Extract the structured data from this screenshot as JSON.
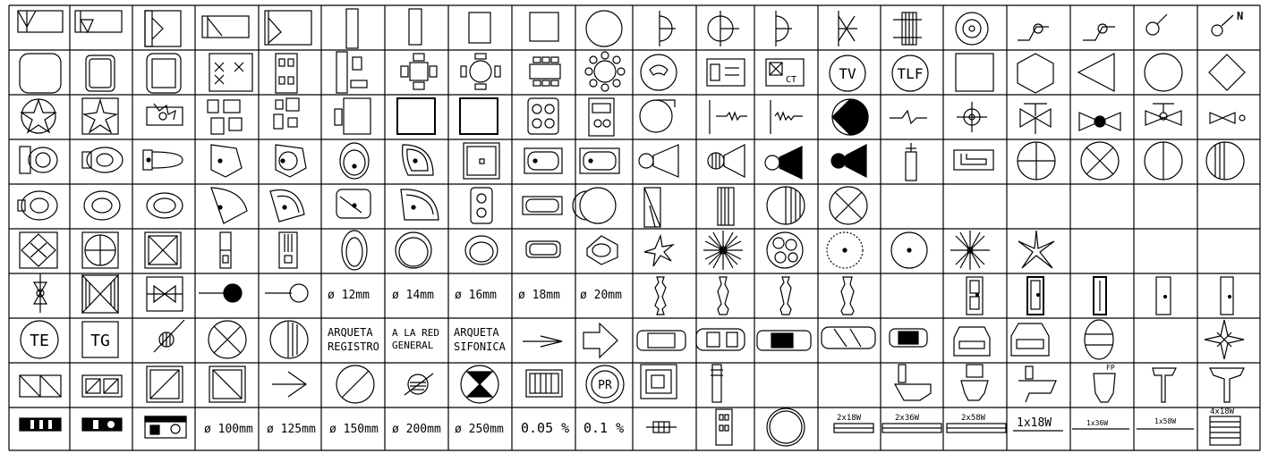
{
  "labels": {
    "pipe_12": "ø 12mm",
    "pipe_14": "ø 14mm",
    "pipe_16": "ø 16mm",
    "pipe_18": "ø 18mm",
    "pipe_20": "ø 20mm",
    "te": "TE",
    "tg": "TG",
    "tv": "TV",
    "tlf": "TLF",
    "pr": "PR",
    "fp": "FP",
    "ct": "CT",
    "arqueta_registro_1": "ARQUETA",
    "arqueta_registro_2": "REGISTRO",
    "red_general_1": "A LA RED",
    "red_general_2": "GENERAL",
    "arqueta_sifonica_1": "ARQUETA",
    "arqueta_sifonica_2": "SIFONICA",
    "pipe_100": "ø 100mm",
    "pipe_125": "ø 125mm",
    "pipe_150": "ø 150mm",
    "pipe_200": "ø 200mm",
    "pipe_250": "ø 250mm",
    "slope_005": "0.05  %",
    "slope_01": "0.1  %",
    "lamp_2x18": "2x18W",
    "lamp_2x36": "2x36W",
    "lamp_2x58": "2x58W",
    "lamp_1x18": "1x18W",
    "lamp_1x36": "1x36W",
    "lamp_1x58": "1x58W",
    "lamp_4x18": "4x18W"
  }
}
